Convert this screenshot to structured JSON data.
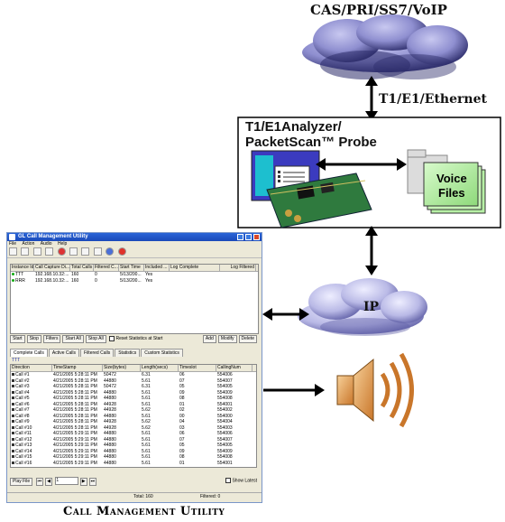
{
  "clouds": {
    "top_label": "CAS/PRI/SS7/VoIP",
    "ip_label": "IP"
  },
  "links": {
    "top_link_label": "T1/E1/Ethernet"
  },
  "probe": {
    "title_line1": "T1/E1Analyzer/",
    "title_line2": "PacketScan™ Probe",
    "folder_label_line1": "Voice",
    "folder_label_line2": "Files"
  },
  "caption": "Call Management Utility",
  "app": {
    "title": "GL Call Management Utility",
    "menu": [
      "File",
      "Action",
      "Audio",
      "Help"
    ],
    "instance_headers": [
      "Instance Id",
      "Call Capture Di...",
      "Total Calls",
      "Filtered C...",
      "Start Time",
      "Included ...",
      "Log Complete",
      "Log Filtered"
    ],
    "instances": [
      [
        "TTT",
        "192.168.10.32:...",
        "160",
        "0",
        "5/13/200...",
        "Yes",
        "",
        ""
      ],
      [
        "RRR",
        "192.168.10.32:...",
        "160",
        "0",
        "5/13/200...",
        "Yes",
        "",
        ""
      ]
    ],
    "control_buttons": [
      "Start",
      "Stop",
      "Filters",
      "Start All",
      "Stop All"
    ],
    "reset_checkbox_label": "Reset Statistics at Start",
    "right_buttons": [
      "Add",
      "Modify",
      "Delete"
    ],
    "tabs": [
      "Complete Calls",
      "Active Calls",
      "Filtered Calls",
      "Statistics",
      "Custom Statistics"
    ],
    "selected_instance": "TTT",
    "call_headers": [
      "Direction",
      "TimeStamp",
      "Size(bytes)",
      "Length(secs)",
      "Timeslot",
      "CallingNum"
    ],
    "calls": [
      [
        "Call #1",
        "4/21/2005 5:28:11 PM",
        "50472",
        "6.31",
        "06",
        "554006"
      ],
      [
        "Call #2",
        "4/21/2005 5:28:11 PM",
        "44880",
        "5.61",
        "07",
        "554007"
      ],
      [
        "Call #3",
        "4/21/2005 5:28:11 PM",
        "50472",
        "6.31",
        "05",
        "554005"
      ],
      [
        "Call #4",
        "4/21/2005 5:28:11 PM",
        "44880",
        "5.61",
        "09",
        "554009"
      ],
      [
        "Call #5",
        "4/21/2005 5:28:11 PM",
        "44880",
        "5.61",
        "08",
        "554008"
      ],
      [
        "Call #6",
        "4/21/2005 5:28:11 PM",
        "44928",
        "5.61",
        "01",
        "554001"
      ],
      [
        "Call #7",
        "4/21/2005 5:28:11 PM",
        "44928",
        "5.62",
        "02",
        "554002"
      ],
      [
        "Call #8",
        "4/21/2005 5:28:11 PM",
        "44880",
        "5.61",
        "00",
        "554000"
      ],
      [
        "Call #9",
        "4/21/2005 5:28:11 PM",
        "44928",
        "5.62",
        "04",
        "554004"
      ],
      [
        "Call #10",
        "4/21/2005 5:28:11 PM",
        "44928",
        "5.62",
        "03",
        "554003"
      ],
      [
        "Call #11",
        "4/21/2005 5:29:11 PM",
        "44880",
        "5.61",
        "06",
        "554006"
      ],
      [
        "Call #12",
        "4/21/2005 5:29:11 PM",
        "44880",
        "5.61",
        "07",
        "554007"
      ],
      [
        "Call #13",
        "4/21/2005 5:29:11 PM",
        "44880",
        "5.61",
        "05",
        "554005"
      ],
      [
        "Call #14",
        "4/21/2005 5:29:11 PM",
        "44880",
        "5.61",
        "09",
        "554009"
      ],
      [
        "Call #15",
        "4/21/2005 5:29:11 PM",
        "44880",
        "5.61",
        "08",
        "554008"
      ],
      [
        "Call #16",
        "4/21/2005 5:29:11 PM",
        "44880",
        "5.61",
        "01",
        "554001"
      ]
    ],
    "play_button": "Play File",
    "page_value": "1",
    "show_latest_label": "Show Latest",
    "status_total": "Total: 160",
    "status_filtered": "Filtered: 0"
  },
  "colors": {
    "cloud_fill": "#8f8fd0",
    "cloud_shadow": "#2c2c6a",
    "ip_cloud_fill": "#b9b9e6",
    "folder_fill": "#b7f0a6",
    "speaker_fill": "#e9a24a",
    "titlebar": "#1a49b8"
  }
}
